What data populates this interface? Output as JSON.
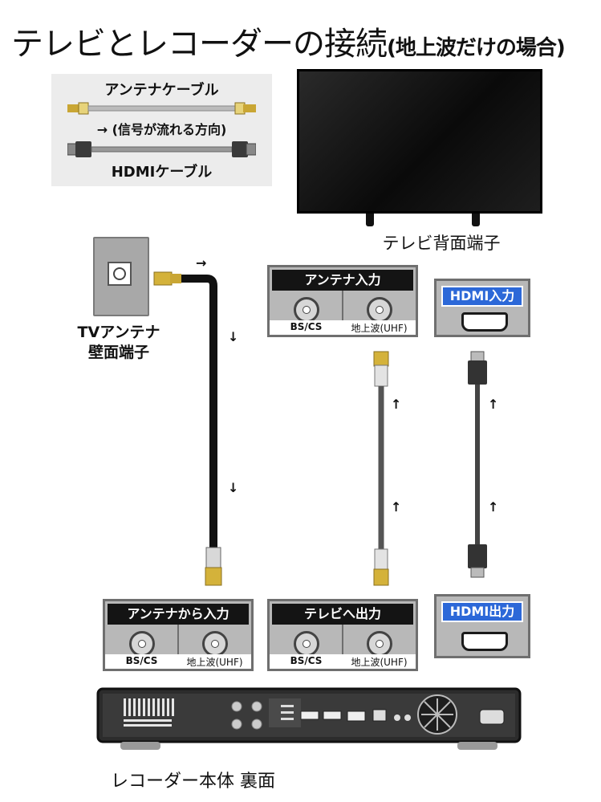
{
  "title": {
    "main": "テレビとレコーダーの接続",
    "sub": "(地上波だけの場合)"
  },
  "legend": {
    "antenna_cable": "アンテナケーブル",
    "signal_direction": "→ (信号が流れる方向)",
    "hdmi_cable": "HDMIケーブル"
  },
  "tv": {
    "caption": "テレビ背面端子",
    "antenna_input_header": "アンテナ入力",
    "bs_cs": "BS/CS",
    "terrestrial": "地上波(UHF)",
    "hdmi_input_header": "HDMI入力"
  },
  "wall": {
    "caption_line1": "TVアンテナ",
    "caption_line2": "壁面端子"
  },
  "recorder": {
    "antenna_in_header": "アンテナから入力",
    "to_tv_header": "テレビへ出力",
    "bs_cs": "BS/CS",
    "terrestrial": "地上波(UHF)",
    "hdmi_output_header": "HDMI出力",
    "caption": "レコーダー本体 裏面"
  },
  "arrows": {
    "right": "→",
    "down": "↓",
    "up": "↑"
  },
  "colors": {
    "antenna_cable": "#111111",
    "tv_cable": "#555555",
    "connector_gold": "#d4b23a",
    "hdmi_header_blue": "#2c68d8",
    "port_gray": "#b8b8b8"
  }
}
